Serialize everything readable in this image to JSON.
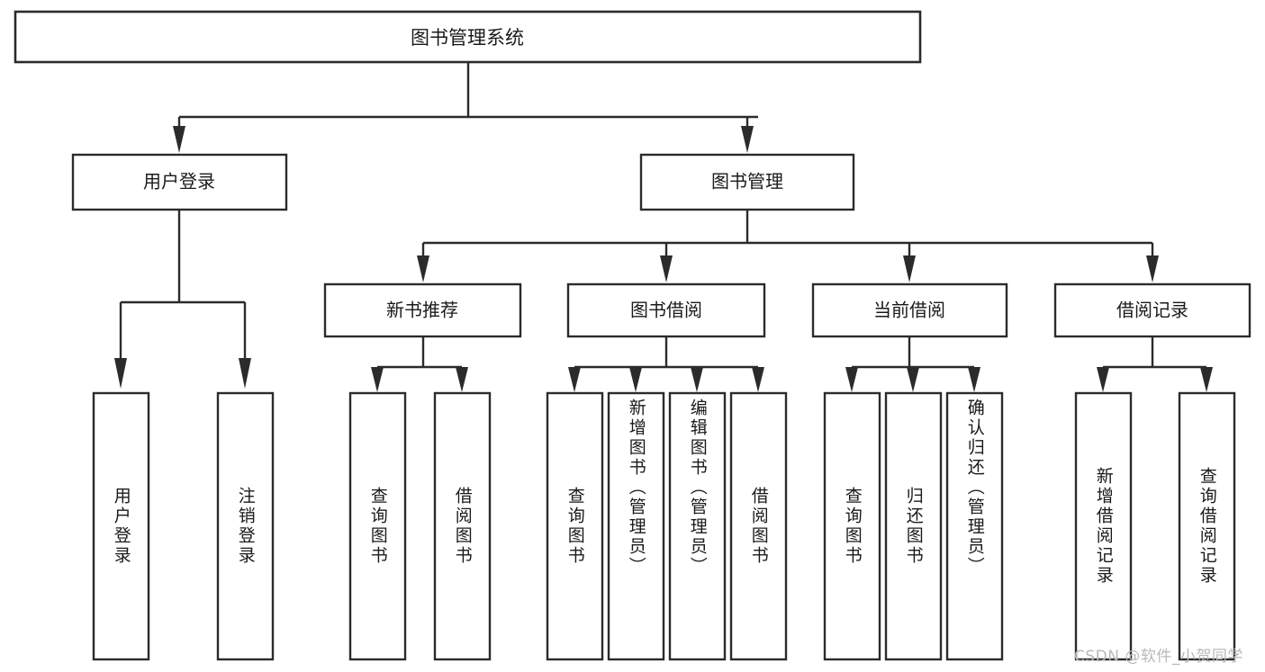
{
  "diagram": {
    "title": "图书管理系统",
    "type": "tree-hierarchy",
    "watermark": "CSDN @软件_小贺同学",
    "colors": {
      "background": "#ffffff",
      "box_fill": "#ffffff",
      "box_stroke": "#2b2b2b",
      "text": "#1a1a1a",
      "watermark": "#b9b9b9"
    },
    "root": {
      "label": "图书管理系统"
    },
    "level2": [
      {
        "label": "用户登录"
      },
      {
        "label": "图书管理"
      }
    ],
    "level3": [
      {
        "label": "新书推荐"
      },
      {
        "label": "图书借阅"
      },
      {
        "label": "当前借阅"
      },
      {
        "label": "借阅记录"
      }
    ],
    "leaves": [
      {
        "label": "用户登录",
        "parent": "用户登录"
      },
      {
        "label": "注销登录",
        "parent": "用户登录"
      },
      {
        "label": "查询图书",
        "parent": "新书推荐"
      },
      {
        "label": "借阅图书",
        "parent": "新书推荐"
      },
      {
        "label": "查询图书",
        "parent": "图书借阅"
      },
      {
        "label": "新增图书（管理员）",
        "parent": "图书借阅"
      },
      {
        "label": "编辑图书（管理员）",
        "parent": "图书借阅"
      },
      {
        "label": "借阅图书",
        "parent": "图书借阅"
      },
      {
        "label": "查询图书",
        "parent": "当前借阅"
      },
      {
        "label": "归还图书",
        "parent": "当前借阅"
      },
      {
        "label": "确认归还（管理员）",
        "parent": "当前借阅"
      },
      {
        "label": "新增借阅记录",
        "parent": "借阅记录"
      },
      {
        "label": "查询借阅记录",
        "parent": "借阅记录"
      }
    ]
  }
}
